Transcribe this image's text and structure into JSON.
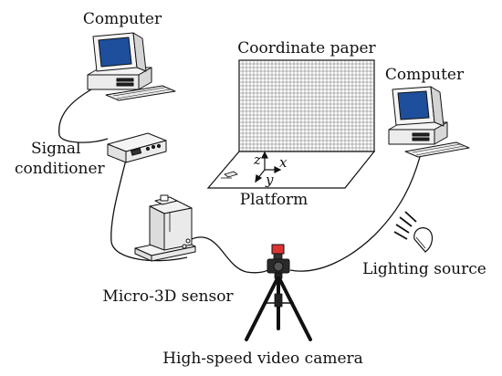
{
  "labels": {
    "computer_left": "Computer",
    "computer_right": "Computer",
    "coordinate_paper": "Coordinate paper",
    "signal_conditioner_line1": "Signal",
    "signal_conditioner_line2": "conditioner",
    "platform": "Platform",
    "micro_sensor": "Micro-3D sensor",
    "lighting_source": "Lighting source",
    "camera": "High-speed video camera"
  },
  "axes": {
    "z": "z",
    "x": "x",
    "y": "y"
  },
  "colors": {
    "line": "#111111",
    "device_fill": "#f4f4f4",
    "screen": "#1e4f9c",
    "grid": "#6a6a6a"
  }
}
